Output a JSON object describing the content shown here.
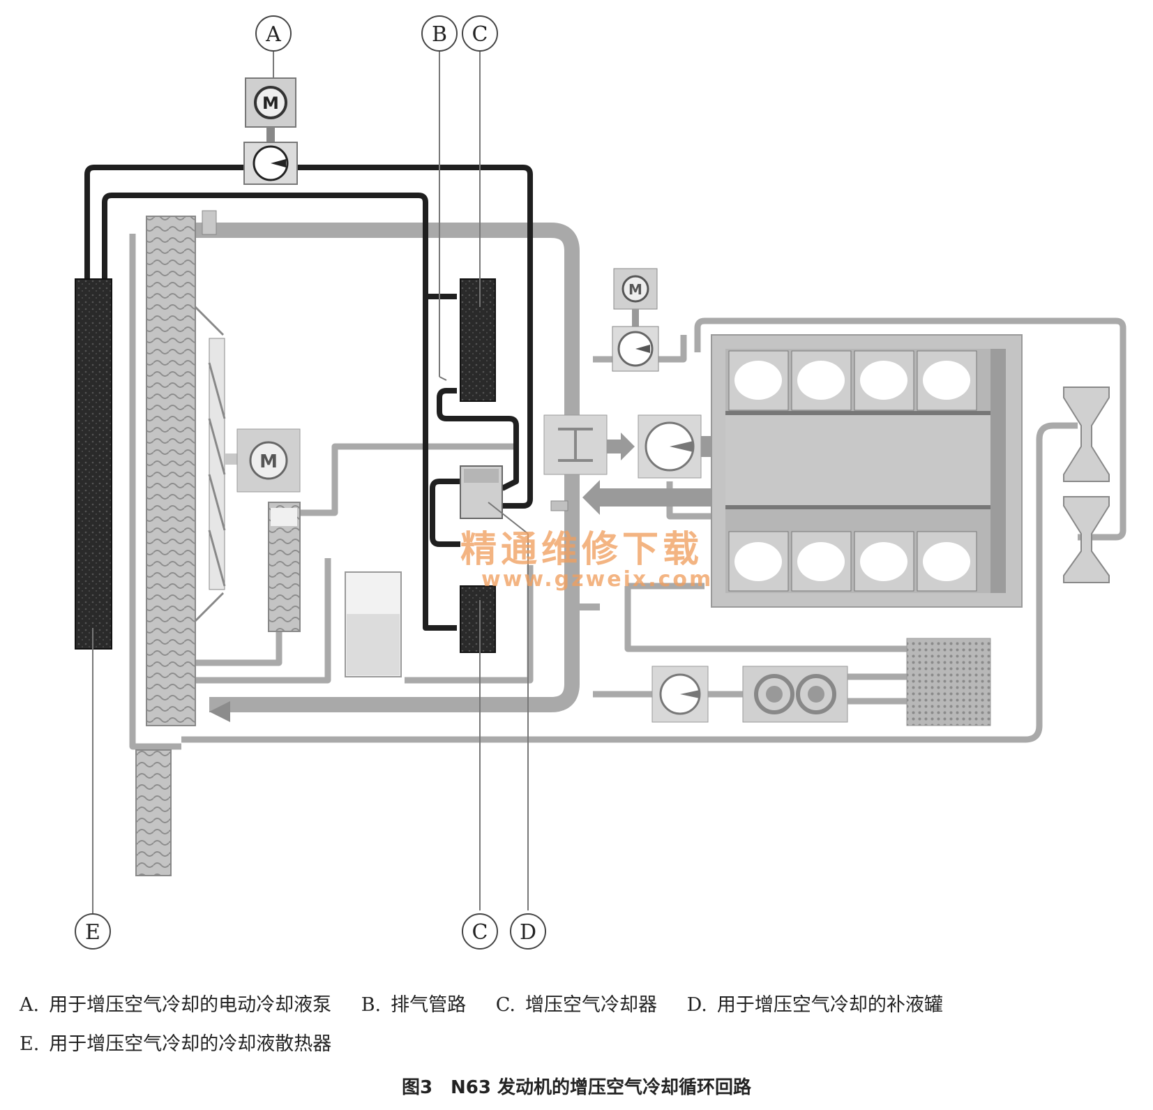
{
  "callouts": {
    "a": "A",
    "b": "B",
    "c_top": "C",
    "c_bottom": "C",
    "d": "D",
    "e": "E"
  },
  "motor_symbol": "M",
  "watermark": {
    "cn": "精通维修下载",
    "url": "www.gzweix.com"
  },
  "legend": {
    "a": {
      "key": "A.",
      "text": "用于增压空气冷却的电动冷却液泵"
    },
    "b": {
      "key": "B.",
      "text": "排气管路"
    },
    "c": {
      "key": "C.",
      "text": "增压空气冷却器"
    },
    "d": {
      "key": "D.",
      "text": "用于增压空气冷却的补液罐"
    },
    "e": {
      "key": "E.",
      "text": "用于增压空气冷却的冷却液散热器"
    }
  },
  "caption": "图3　N63 发动机的增压空气冷却循环回路",
  "colors": {
    "dark_pipe": "#1e1e1e",
    "grey_pipe": "#a8a8a8",
    "component_fill": "#d2d2d2",
    "engine_fill": "#c6c6c6",
    "watermark": "#f0a060"
  }
}
